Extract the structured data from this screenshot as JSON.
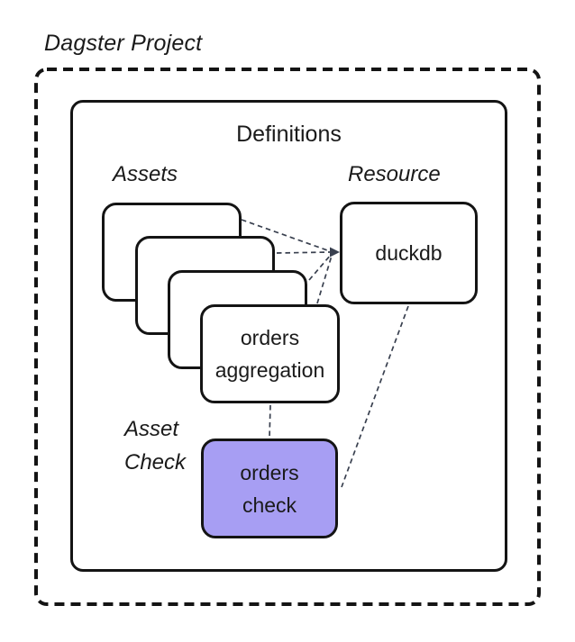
{
  "title": "Dagster Project",
  "definitions": {
    "title": "Definitions"
  },
  "labels": {
    "assets": "Assets",
    "resource": "Resource",
    "asset_check_line1": "Asset",
    "asset_check_line2": "Check"
  },
  "nodes": {
    "asset_front": {
      "line1": "orders",
      "line2": "aggregation"
    },
    "resource": {
      "label": "duckdb"
    },
    "asset_check": {
      "line1": "orders",
      "line2": "check"
    }
  },
  "colors": {
    "background": "#ffffff",
    "text": "#1a1a1a",
    "border": "#141414",
    "connector": "#39404f",
    "node_fill": "#ffffff",
    "asset_check_fill": "#a79ef3"
  }
}
